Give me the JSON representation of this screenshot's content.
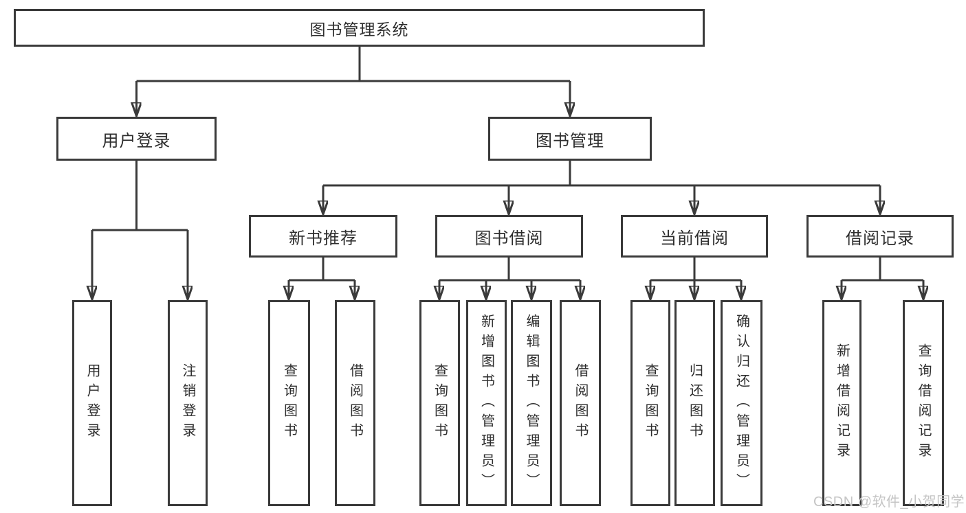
{
  "colors": {
    "line": "#3a3a3a",
    "text": "#2e2e2e",
    "watermark": "#c5c5c5",
    "bg": "#ffffff"
  },
  "watermark": {
    "text": "CSDN @软件_小贺同学"
  },
  "tree": {
    "label": "图书管理系统",
    "children": [
      {
        "label": "用户登录",
        "children": [
          {
            "label": "用户登录"
          },
          {
            "label": "注销登录"
          }
        ]
      },
      {
        "label": "图书管理",
        "children": [
          {
            "label": "新书推荐",
            "children": [
              {
                "label": "查询图书"
              },
              {
                "label": "借阅图书"
              }
            ]
          },
          {
            "label": "图书借阅",
            "children": [
              {
                "label": "查询图书"
              },
              {
                "label": "新增图书（管理员）"
              },
              {
                "label": "编辑图书（管理员）"
              },
              {
                "label": "借阅图书"
              }
            ]
          },
          {
            "label": "当前借阅",
            "children": [
              {
                "label": "查询图书"
              },
              {
                "label": "归还图书"
              },
              {
                "label": "确认归还（管理员）"
              }
            ]
          },
          {
            "label": "借阅记录",
            "children": [
              {
                "label": "新增借阅记录"
              },
              {
                "label": "查询借阅记录"
              }
            ]
          }
        ]
      }
    ]
  }
}
